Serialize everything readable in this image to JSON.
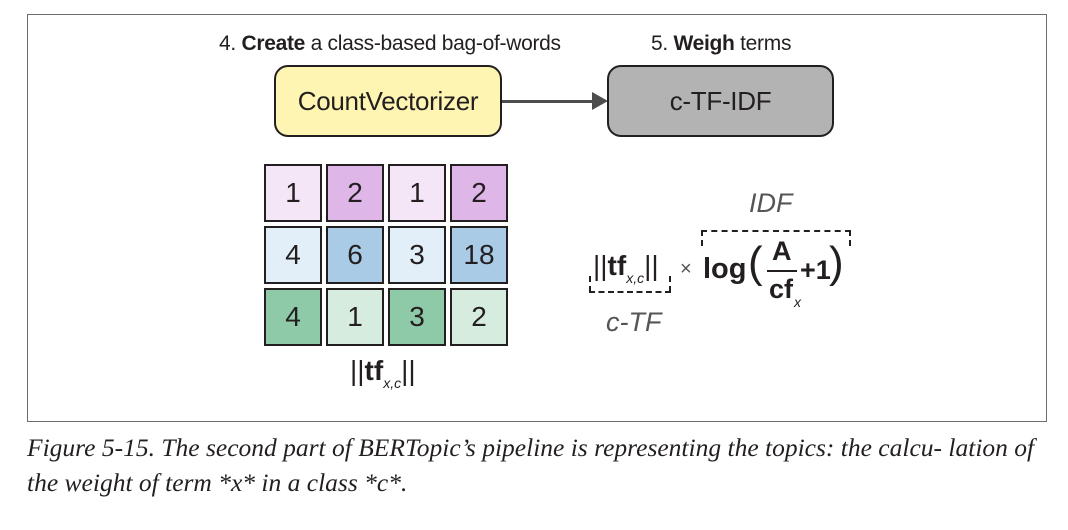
{
  "step4": {
    "number": "4.",
    "verb": "Create",
    "rest": "a class-based bag-of-words"
  },
  "step5": {
    "number": "5.",
    "verb": "Weigh",
    "rest": "terms"
  },
  "boxes": {
    "countvectorizer": {
      "label": "CountVectorizer",
      "fill": "#fdf5b1"
    },
    "ctfidf": {
      "label": "c-TF-IDF",
      "fill": "#b3b3b3"
    }
  },
  "matrix": {
    "rows": [
      [
        "1",
        "2",
        "1",
        "2"
      ],
      [
        "4",
        "6",
        "3",
        "18"
      ],
      [
        "4",
        "1",
        "3",
        "2"
      ]
    ],
    "colors": [
      [
        "#f5e6f7",
        "#dfb6e8",
        "#f5e6f7",
        "#dfb6e8"
      ],
      [
        "#e2eef8",
        "#a9cbe6",
        "#e2eef8",
        "#a9cbe6"
      ],
      [
        "#8fcaa8",
        "#d6ecdf",
        "#8fcaa8",
        "#d6ecdf"
      ]
    ]
  },
  "matrix_label": {
    "bars_left": "||",
    "tf": "tf",
    "sub": "x,c",
    "bars_right": "||"
  },
  "formula": {
    "bars_left": "||",
    "tf": "tf",
    "sub": "x,c",
    "bars_right": "||",
    "times": "×",
    "log": "log",
    "paren_open": "(",
    "numerator": "A",
    "denominator": "cf",
    "den_sub": "x",
    "plus_one": "+1",
    "paren_close": ")",
    "ctf_label": "c-TF",
    "idf_label": "IDF"
  },
  "caption": "Figure 5-15. The second part of BERTopic’s pipeline is representing the topics: the calcu- lation of the weight of term *x* in a class *c*."
}
